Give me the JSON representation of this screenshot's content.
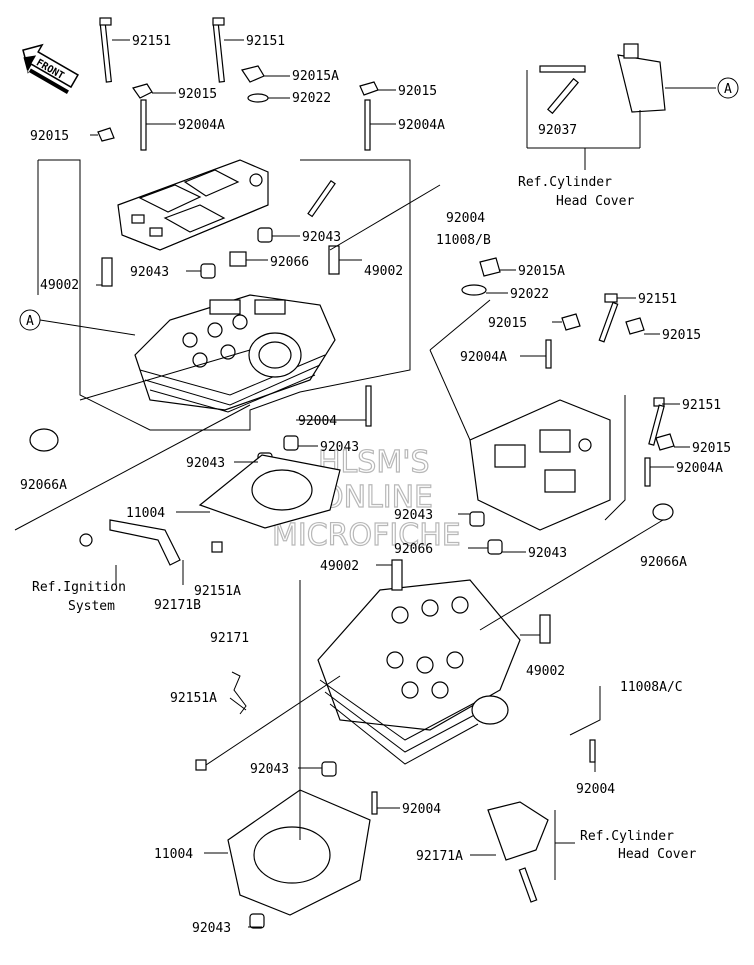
{
  "front_arrow": "FRONT",
  "watermark": [
    "HLSM'S",
    "ONLINE",
    "MICROFICHE"
  ],
  "callout_a": "A",
  "labels": {
    "l92151_top1": "92151",
    "l92151_top2": "92151",
    "l92015_a": "92015",
    "l92015A_a": "92015A",
    "l92015_b": "92015",
    "l92022_a": "92022",
    "l92015_c": "92015",
    "l92004A_a": "92004A",
    "l92004A_b": "92004A",
    "l92037": "92037",
    "l92004_a": "92004",
    "l11008B": "11008/B",
    "l92043_a": "92043",
    "l92066_a": "92066",
    "l49002_a": "49002",
    "l92043_b": "92043",
    "l49002_b": "49002",
    "l92015A_b": "92015A",
    "l92022_b": "92022",
    "l92151_mid": "92151",
    "l92015_d": "92015",
    "l92015_e": "92015",
    "l92004A_c": "92004A",
    "l92151_right": "92151",
    "l92004_b": "92004",
    "l92043_c": "92043",
    "l92043_d": "92043",
    "l92015_f": "92015",
    "l92004A_d": "92004A",
    "l92066A_a": "92066A",
    "l11004_a": "11004",
    "l92043_e": "92043",
    "l92066_b": "92066",
    "l92043_f": "92043",
    "l92066A_b": "92066A",
    "l49002_c": "49002",
    "l92151A_a": "92151A",
    "l92171B": "92171B",
    "l92171": "92171",
    "l92151A_b": "92151A",
    "l49002_d": "49002",
    "l11008AC": "11008A/C",
    "l92043_g": "92043",
    "l92004_c": "92004",
    "l92004_d": "92004",
    "l11004_b": "11004",
    "l92171A": "92171A",
    "l92043_h": "92043"
  },
  "refs": {
    "cover_top": [
      "Ref.Cylinder",
      "Head Cover"
    ],
    "ignition": [
      "Ref.Ignition",
      "System"
    ],
    "cover_bottom": [
      "Ref.Cylinder",
      "Head Cover"
    ]
  }
}
